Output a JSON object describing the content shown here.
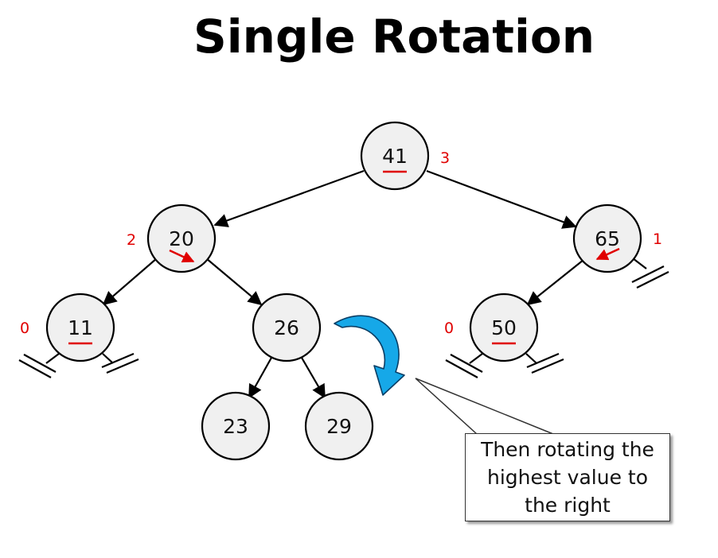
{
  "title": "Single Rotation",
  "tree": {
    "nodes": [
      {
        "id": "n41",
        "label": "41",
        "balance": "3"
      },
      {
        "id": "n20",
        "label": "20",
        "balance": "2"
      },
      {
        "id": "n65",
        "label": "65",
        "balance": "1"
      },
      {
        "id": "n11",
        "label": "11",
        "balance": "0"
      },
      {
        "id": "n26",
        "label": "26",
        "balance": ""
      },
      {
        "id": "n50",
        "label": "50",
        "balance": "0"
      },
      {
        "id": "n23",
        "label": "23",
        "balance": ""
      },
      {
        "id": "n29",
        "label": "29",
        "balance": ""
      }
    ],
    "edges": [
      {
        "from": "n41",
        "to": "n20"
      },
      {
        "from": "n41",
        "to": "n65"
      },
      {
        "from": "n20",
        "to": "n11"
      },
      {
        "from": "n20",
        "to": "n26"
      },
      {
        "from": "n65",
        "to": "n50"
      },
      {
        "from": "n26",
        "to": "n23"
      },
      {
        "from": "n26",
        "to": "n29"
      }
    ]
  },
  "callout": {
    "text": "Then rotating the highest value to the right"
  },
  "colors": {
    "node_fill": "#f0f0f0",
    "balance": "#e00000",
    "rotation_arrow": "#16a8e8"
  }
}
